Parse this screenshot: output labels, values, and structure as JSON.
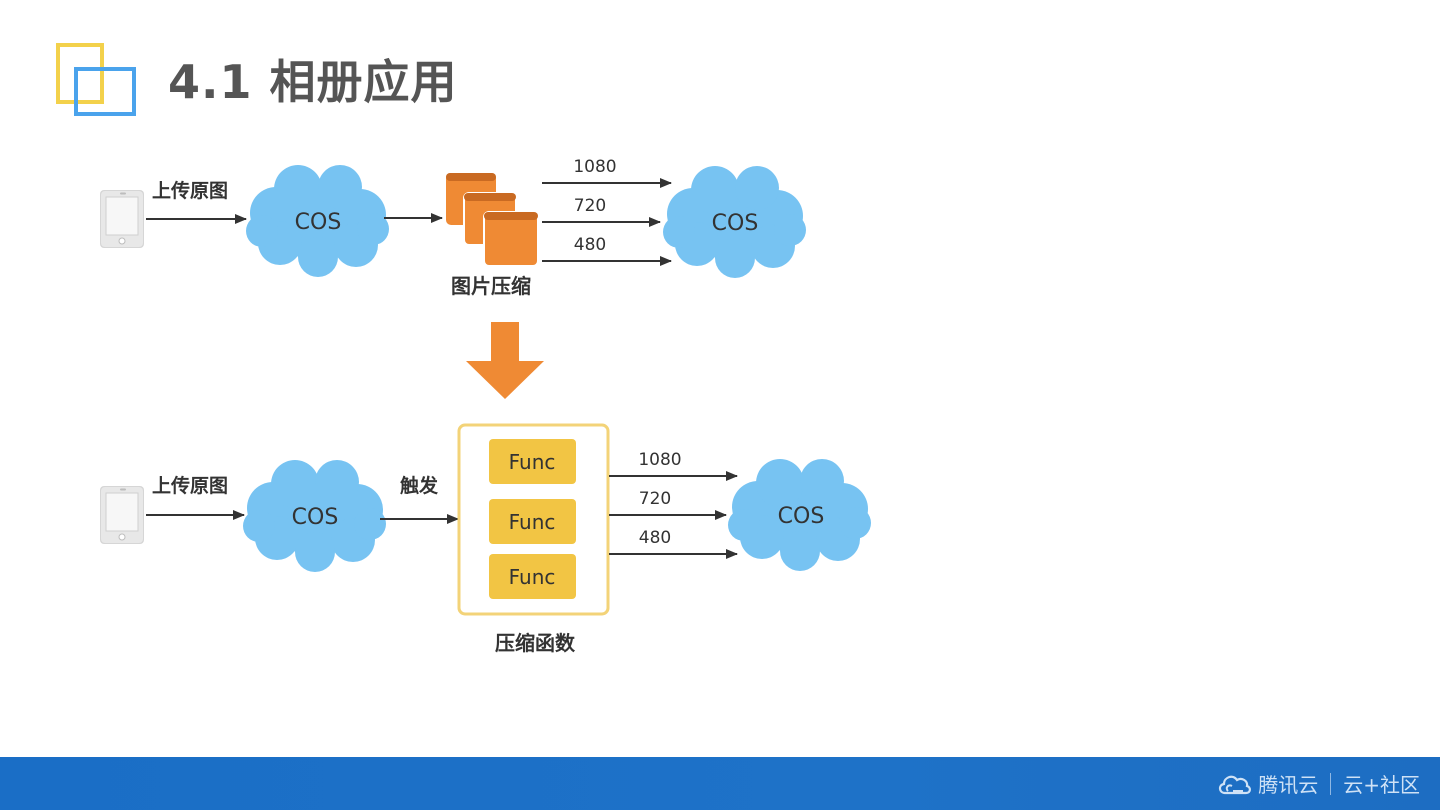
{
  "slide": {
    "title": "4.1 相册应用"
  },
  "top_flow": {
    "upload_label": "上传原图",
    "source_cos": "COS",
    "processor_label": "图片压缩",
    "sizes": [
      "1080",
      "720",
      "480"
    ],
    "dest_cos": "COS"
  },
  "bottom_flow": {
    "upload_label": "上传原图",
    "source_cos": "COS",
    "trigger_label": "触发",
    "funcs": [
      "Func",
      "Func",
      "Func"
    ],
    "function_group_label": "压缩函数",
    "sizes": [
      "1080",
      "720",
      "480"
    ],
    "dest_cos": "COS"
  },
  "footer": {
    "brand_left": "腾讯云",
    "brand_right": "云+社区"
  },
  "colors": {
    "cloud": "#77c3f2",
    "arrow": "#333333",
    "orange": "#ef8a34",
    "func_fill": "#f2c544",
    "func_border": "#f3d378",
    "footer": "#1a6ec6"
  }
}
